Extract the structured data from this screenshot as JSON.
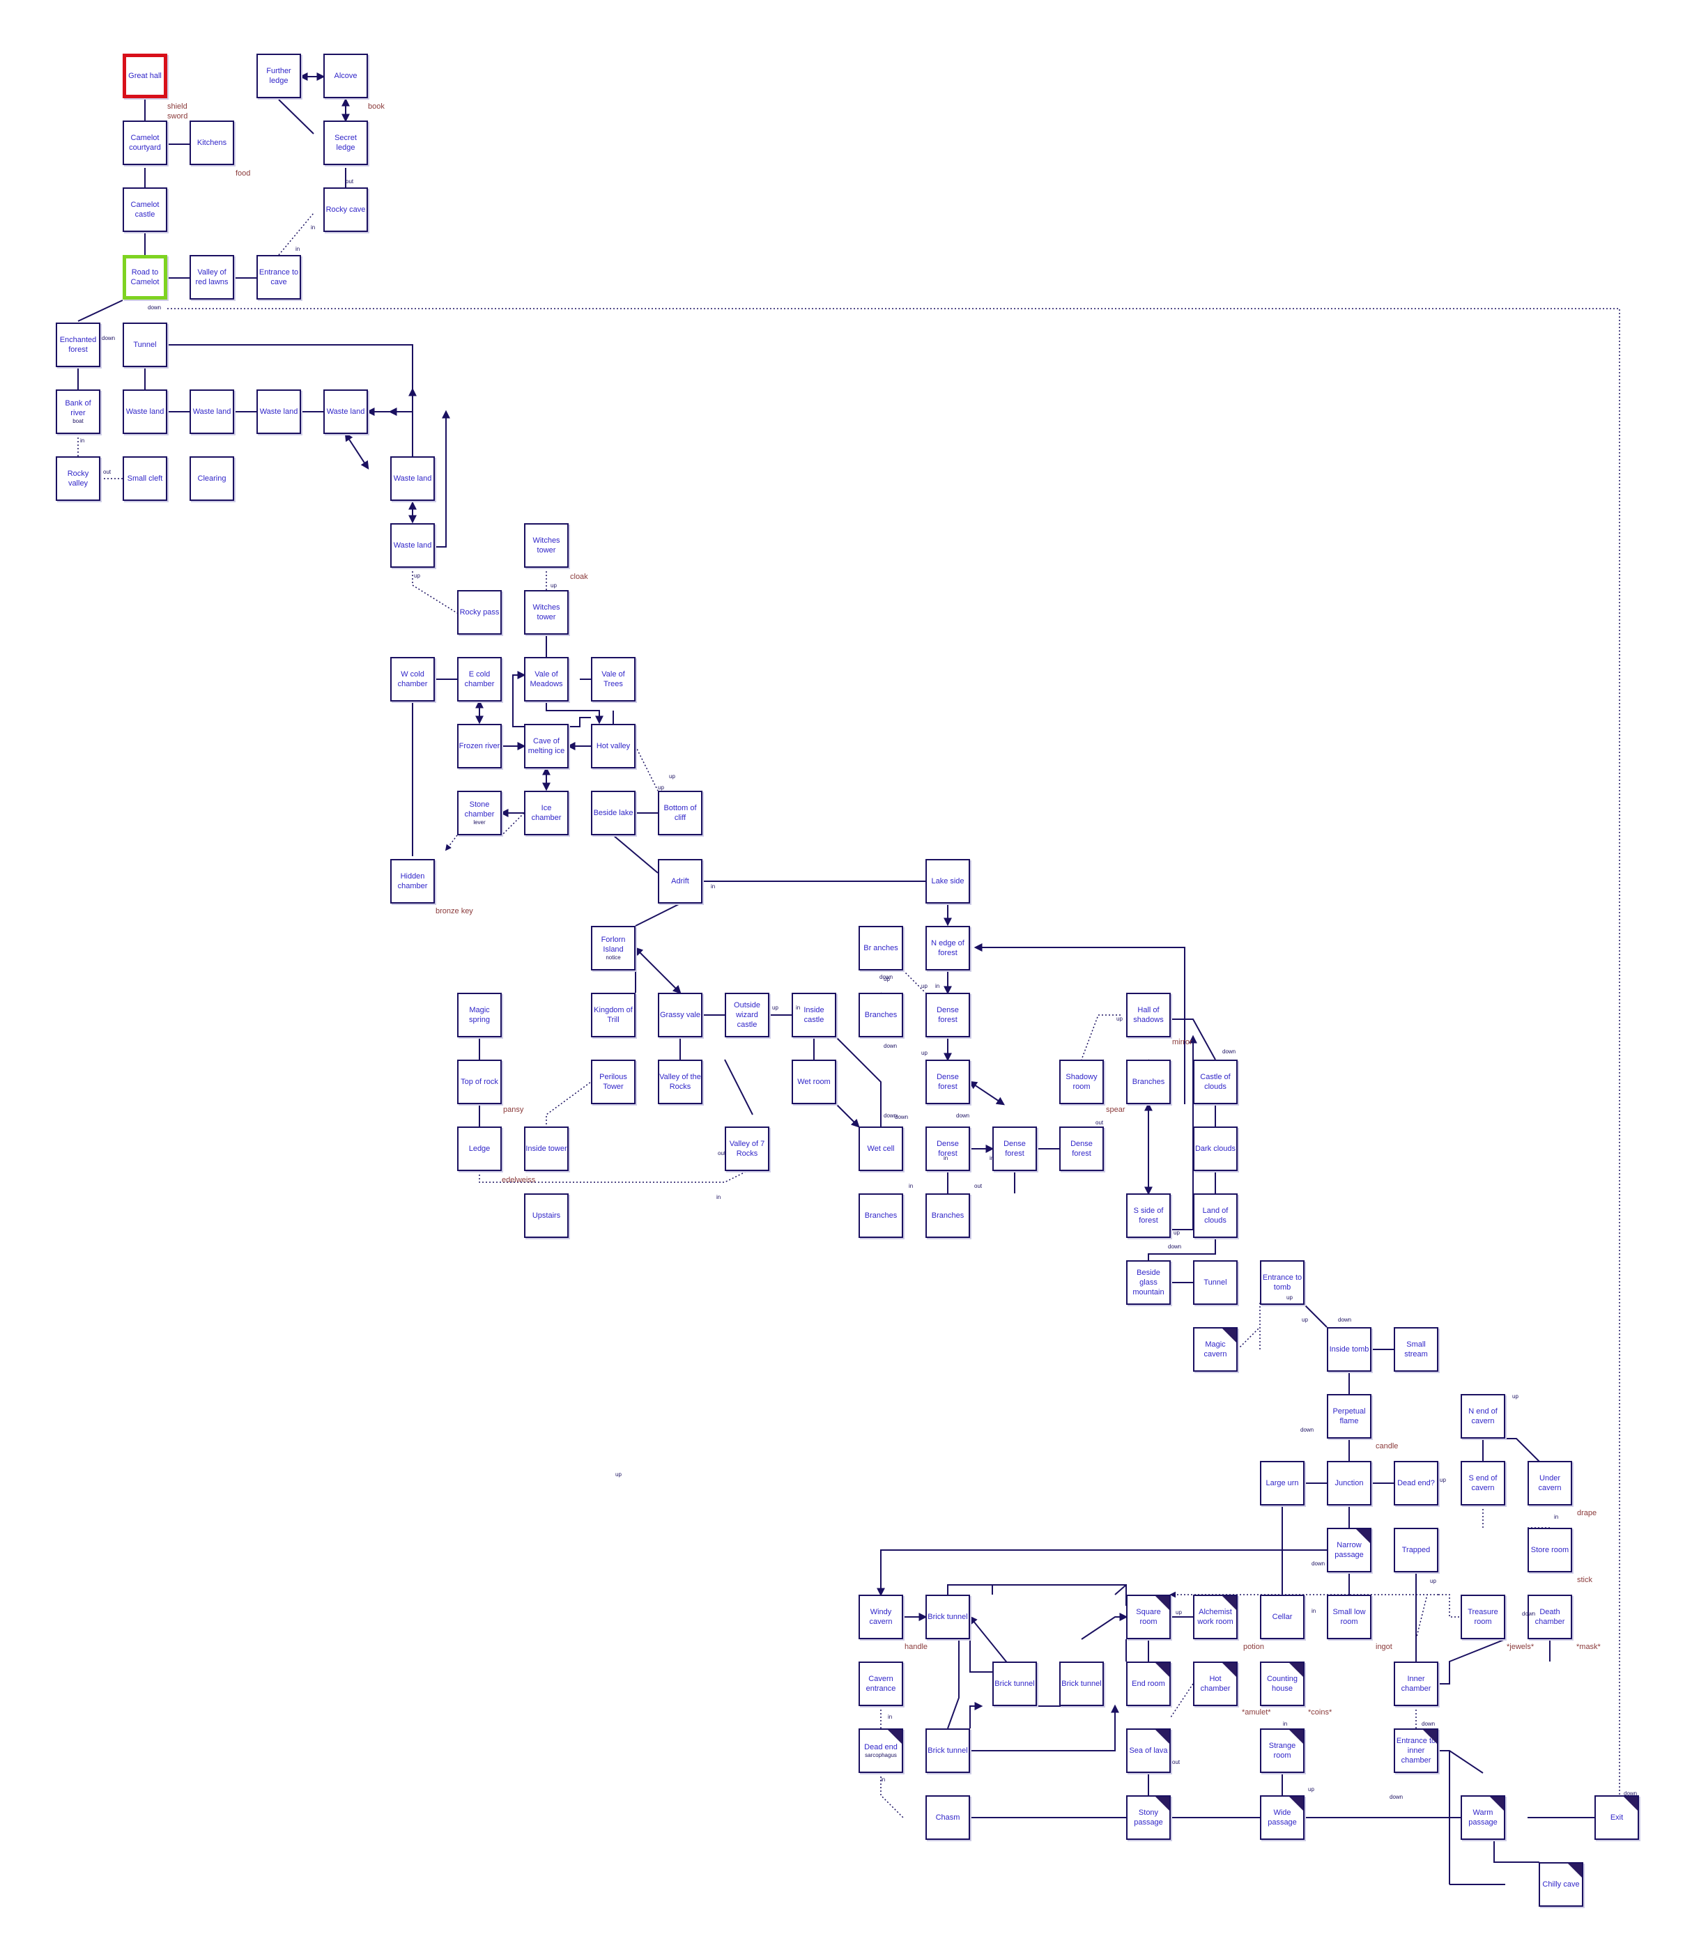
{
  "colors": {
    "line": "#1a1060",
    "room_text": "#3025c8",
    "object_text": "#8a3a3a",
    "start_border": "#d8101a",
    "current_border": "#7ed321"
  },
  "rooms": [
    {
      "id": "great_hall",
      "label": "Great hall",
      "state": "start"
    },
    {
      "id": "camelot_courtyard",
      "label": "Camelot courtyard"
    },
    {
      "id": "kitchens",
      "label": "Kitchens"
    },
    {
      "id": "camelot_castle",
      "label": "Camelot castle"
    },
    {
      "id": "road_to_camelot",
      "label": "Road to Camelot",
      "state": "current"
    },
    {
      "id": "valley_red_lawns",
      "label": "Valley of red lawns"
    },
    {
      "id": "entrance_to_cave",
      "label": "Entrance to cave"
    },
    {
      "id": "rocky_cave",
      "label": "Rocky cave"
    },
    {
      "id": "secret_ledge",
      "label": "Secret ledge"
    },
    {
      "id": "further_ledge",
      "label": "Further ledge"
    },
    {
      "id": "alcove",
      "label": "Alcove"
    },
    {
      "id": "enchanted_forest",
      "label": "Enchanted forest"
    },
    {
      "id": "tunnel_1",
      "label": "Tunnel"
    },
    {
      "id": "bank_of_river",
      "label": "Bank of river",
      "sub": "boat"
    },
    {
      "id": "waste_1",
      "label": "Waste land"
    },
    {
      "id": "waste_2",
      "label": "Waste land"
    },
    {
      "id": "waste_3",
      "label": "Waste land"
    },
    {
      "id": "waste_4",
      "label": "Waste land"
    },
    {
      "id": "rocky_valley",
      "label": "Rocky valley"
    },
    {
      "id": "small_cleft",
      "label": "Small cleft"
    },
    {
      "id": "clearing",
      "label": "Clearing"
    },
    {
      "id": "waste_5",
      "label": "Waste land"
    },
    {
      "id": "waste_6",
      "label": "Waste land"
    },
    {
      "id": "witches_tower_top",
      "label": "Witches tower"
    },
    {
      "id": "rocky_pass",
      "label": "Rocky pass"
    },
    {
      "id": "witches_tower",
      "label": "Witches tower"
    },
    {
      "id": "w_cold",
      "label": "W cold chamber"
    },
    {
      "id": "e_cold",
      "label": "E cold chamber"
    },
    {
      "id": "vale_meadows",
      "label": "Vale of Meadows"
    },
    {
      "id": "vale_trees",
      "label": "Vale of Trees"
    },
    {
      "id": "frozen_river",
      "label": "Frozen river"
    },
    {
      "id": "cave_melting_ice",
      "label": "Cave of melting ice"
    },
    {
      "id": "hot_valley",
      "label": "Hot valley"
    },
    {
      "id": "stone_chamber",
      "label": "Stone chamber",
      "sub": "lever"
    },
    {
      "id": "ice_chamber",
      "label": "Ice chamber"
    },
    {
      "id": "beside_lake",
      "label": "Beside lake"
    },
    {
      "id": "bottom_cliff",
      "label": "Bottom of cliff"
    },
    {
      "id": "hidden_chamber",
      "label": "Hidden chamber"
    },
    {
      "id": "adrift",
      "label": "Adrift"
    },
    {
      "id": "lake_side",
      "label": "Lake side"
    },
    {
      "id": "forlorn_island",
      "label": "Forlorn Island",
      "sub": "notice"
    },
    {
      "id": "branches_1",
      "label": "Br anches"
    },
    {
      "id": "n_edge_forest",
      "label": "N edge of forest"
    },
    {
      "id": "magic_spring",
      "label": "Magic spring"
    },
    {
      "id": "kingdom_trill",
      "label": "Kingdom of Trill"
    },
    {
      "id": "grassy_vale",
      "label": "Grassy vale"
    },
    {
      "id": "outside_wizard",
      "label": "Outside wizard castle"
    },
    {
      "id": "inside_castle",
      "label": "Inside castle"
    },
    {
      "id": "branches_2",
      "label": "Branches"
    },
    {
      "id": "dense_1",
      "label": "Dense forest"
    },
    {
      "id": "hall_shadows",
      "label": "Hall of shadows"
    },
    {
      "id": "top_of_rock",
      "label": "Top of rock"
    },
    {
      "id": "perilous_tower",
      "label": "Perilous Tower"
    },
    {
      "id": "valley_rocks",
      "label": "Valley of the Rocks"
    },
    {
      "id": "wet_room",
      "label": "Wet room"
    },
    {
      "id": "dense_2",
      "label": "Dense forest"
    },
    {
      "id": "shadowy_room",
      "label": "Shadowy room"
    },
    {
      "id": "branches_3",
      "label": "Branches"
    },
    {
      "id": "castle_clouds",
      "label": "Castle of clouds"
    },
    {
      "id": "ledge",
      "label": "Ledge"
    },
    {
      "id": "inside_tower",
      "label": "Inside tower"
    },
    {
      "id": "valley_7_rocks",
      "label": "Valley of 7 Rocks"
    },
    {
      "id": "wet_cell",
      "label": "Wet cell"
    },
    {
      "id": "dense_3",
      "label": "Dense forest"
    },
    {
      "id": "dense_4",
      "label": "Dense forest"
    },
    {
      "id": "dense_5",
      "label": "Dense forest"
    },
    {
      "id": "dark_clouds",
      "label": "Dark clouds"
    },
    {
      "id": "upstairs",
      "label": "Upstairs"
    },
    {
      "id": "branches_4",
      "label": "Branches"
    },
    {
      "id": "branches_5",
      "label": "Branches"
    },
    {
      "id": "s_side_forest",
      "label": "S side of forest"
    },
    {
      "id": "land_clouds",
      "label": "Land of clouds"
    },
    {
      "id": "beside_glass",
      "label": "Beside glass mountain"
    },
    {
      "id": "tunnel_2",
      "label": "Tunnel"
    },
    {
      "id": "entrance_tomb",
      "label": "Entrance to tomb"
    },
    {
      "id": "magic_cavern",
      "label": "Magic cavern",
      "dark": true
    },
    {
      "id": "inside_tomb",
      "label": "Inside tomb"
    },
    {
      "id": "small_stream",
      "label": "Small stream"
    },
    {
      "id": "perpetual_flame",
      "label": "Perpetual flame"
    },
    {
      "id": "n_end_cavern",
      "label": "N end of cavern"
    },
    {
      "id": "large_urn",
      "label": "Large urn"
    },
    {
      "id": "junction",
      "label": "Junction"
    },
    {
      "id": "dead_end_q",
      "label": "Dead end?"
    },
    {
      "id": "s_end_cavern",
      "label": "S end of cavern"
    },
    {
      "id": "under_cavern",
      "label": "Under cavern"
    },
    {
      "id": "narrow_passage",
      "label": "Narrow passage",
      "dark": true
    },
    {
      "id": "trapped",
      "label": "Trapped"
    },
    {
      "id": "store_room",
      "label": "Store room"
    },
    {
      "id": "windy_cavern",
      "label": "Windy cavern"
    },
    {
      "id": "brick_1",
      "label": "Brick tunnel"
    },
    {
      "id": "square_room",
      "label": "Square room",
      "dark": true
    },
    {
      "id": "alchemist",
      "label": "Alchemist work room",
      "dark": true
    },
    {
      "id": "cellar",
      "label": "Cellar"
    },
    {
      "id": "small_low_room",
      "label": "Small low room"
    },
    {
      "id": "treasure_room",
      "label": "Treasure room"
    },
    {
      "id": "death_chamber",
      "label": "Death chamber"
    },
    {
      "id": "brick_2",
      "label": "Brick tunnel"
    },
    {
      "id": "brick_3",
      "label": "Brick tunnel"
    },
    {
      "id": "cavern_entrance",
      "label": "Cavern entrance"
    },
    {
      "id": "end_room",
      "label": "End room",
      "dark": true
    },
    {
      "id": "hot_chamber",
      "label": "Hot chamber",
      "dark": true
    },
    {
      "id": "counting_house",
      "label": "Counting house",
      "dark": true
    },
    {
      "id": "inner_chamber",
      "label": "Inner chamber"
    },
    {
      "id": "brick_4",
      "label": "Brick tunnel"
    },
    {
      "id": "dead_end",
      "label": "Dead end",
      "sub": "sarcophagus",
      "dark": true
    },
    {
      "id": "sea_of_lava",
      "label": "Sea of lava",
      "dark": true
    },
    {
      "id": "strange_room",
      "label": "Strange room",
      "dark": true
    },
    {
      "id": "entrance_inner",
      "label": "Entrance to inner chamber",
      "dark": true
    },
    {
      "id": "chasm",
      "label": "Chasm"
    },
    {
      "id": "stony_passage",
      "label": "Stony passage",
      "dark": true
    },
    {
      "id": "wide_passage",
      "label": "Wide passage",
      "dark": true
    },
    {
      "id": "warm_passage",
      "label": "Warm passage",
      "dark": true
    },
    {
      "id": "exit",
      "label": "Exit",
      "dark": true
    },
    {
      "id": "chilly_cave",
      "label": "Chilly cave",
      "dark": true
    }
  ],
  "objects": [
    "shield",
    "sword",
    "book",
    "food",
    "cloak",
    "bronze key",
    "pansy",
    "edelweiss",
    "spear",
    "mirror",
    "candle",
    "drape",
    "stick",
    "handle",
    "potion",
    "ingot",
    "*jewels*",
    "*mask*",
    "*amulet*",
    "*coins*"
  ],
  "tags": [
    "down",
    "down",
    "in",
    "out",
    "up",
    "up",
    "in",
    "in",
    "out",
    "up",
    "up",
    "up",
    "down",
    "down",
    "down",
    "in",
    "out",
    "in",
    "in",
    "out",
    "up",
    "down",
    "up",
    "down",
    "up",
    "down",
    "up",
    "down",
    "up",
    "up",
    "in",
    "down",
    "up",
    "down",
    "up",
    "in",
    "in",
    "down",
    "out",
    "in",
    "in",
    "up",
    "down",
    "down",
    "out",
    "in",
    "up",
    "in",
    "down",
    "in",
    "in",
    "down",
    "up",
    "up",
    "up"
  ]
}
